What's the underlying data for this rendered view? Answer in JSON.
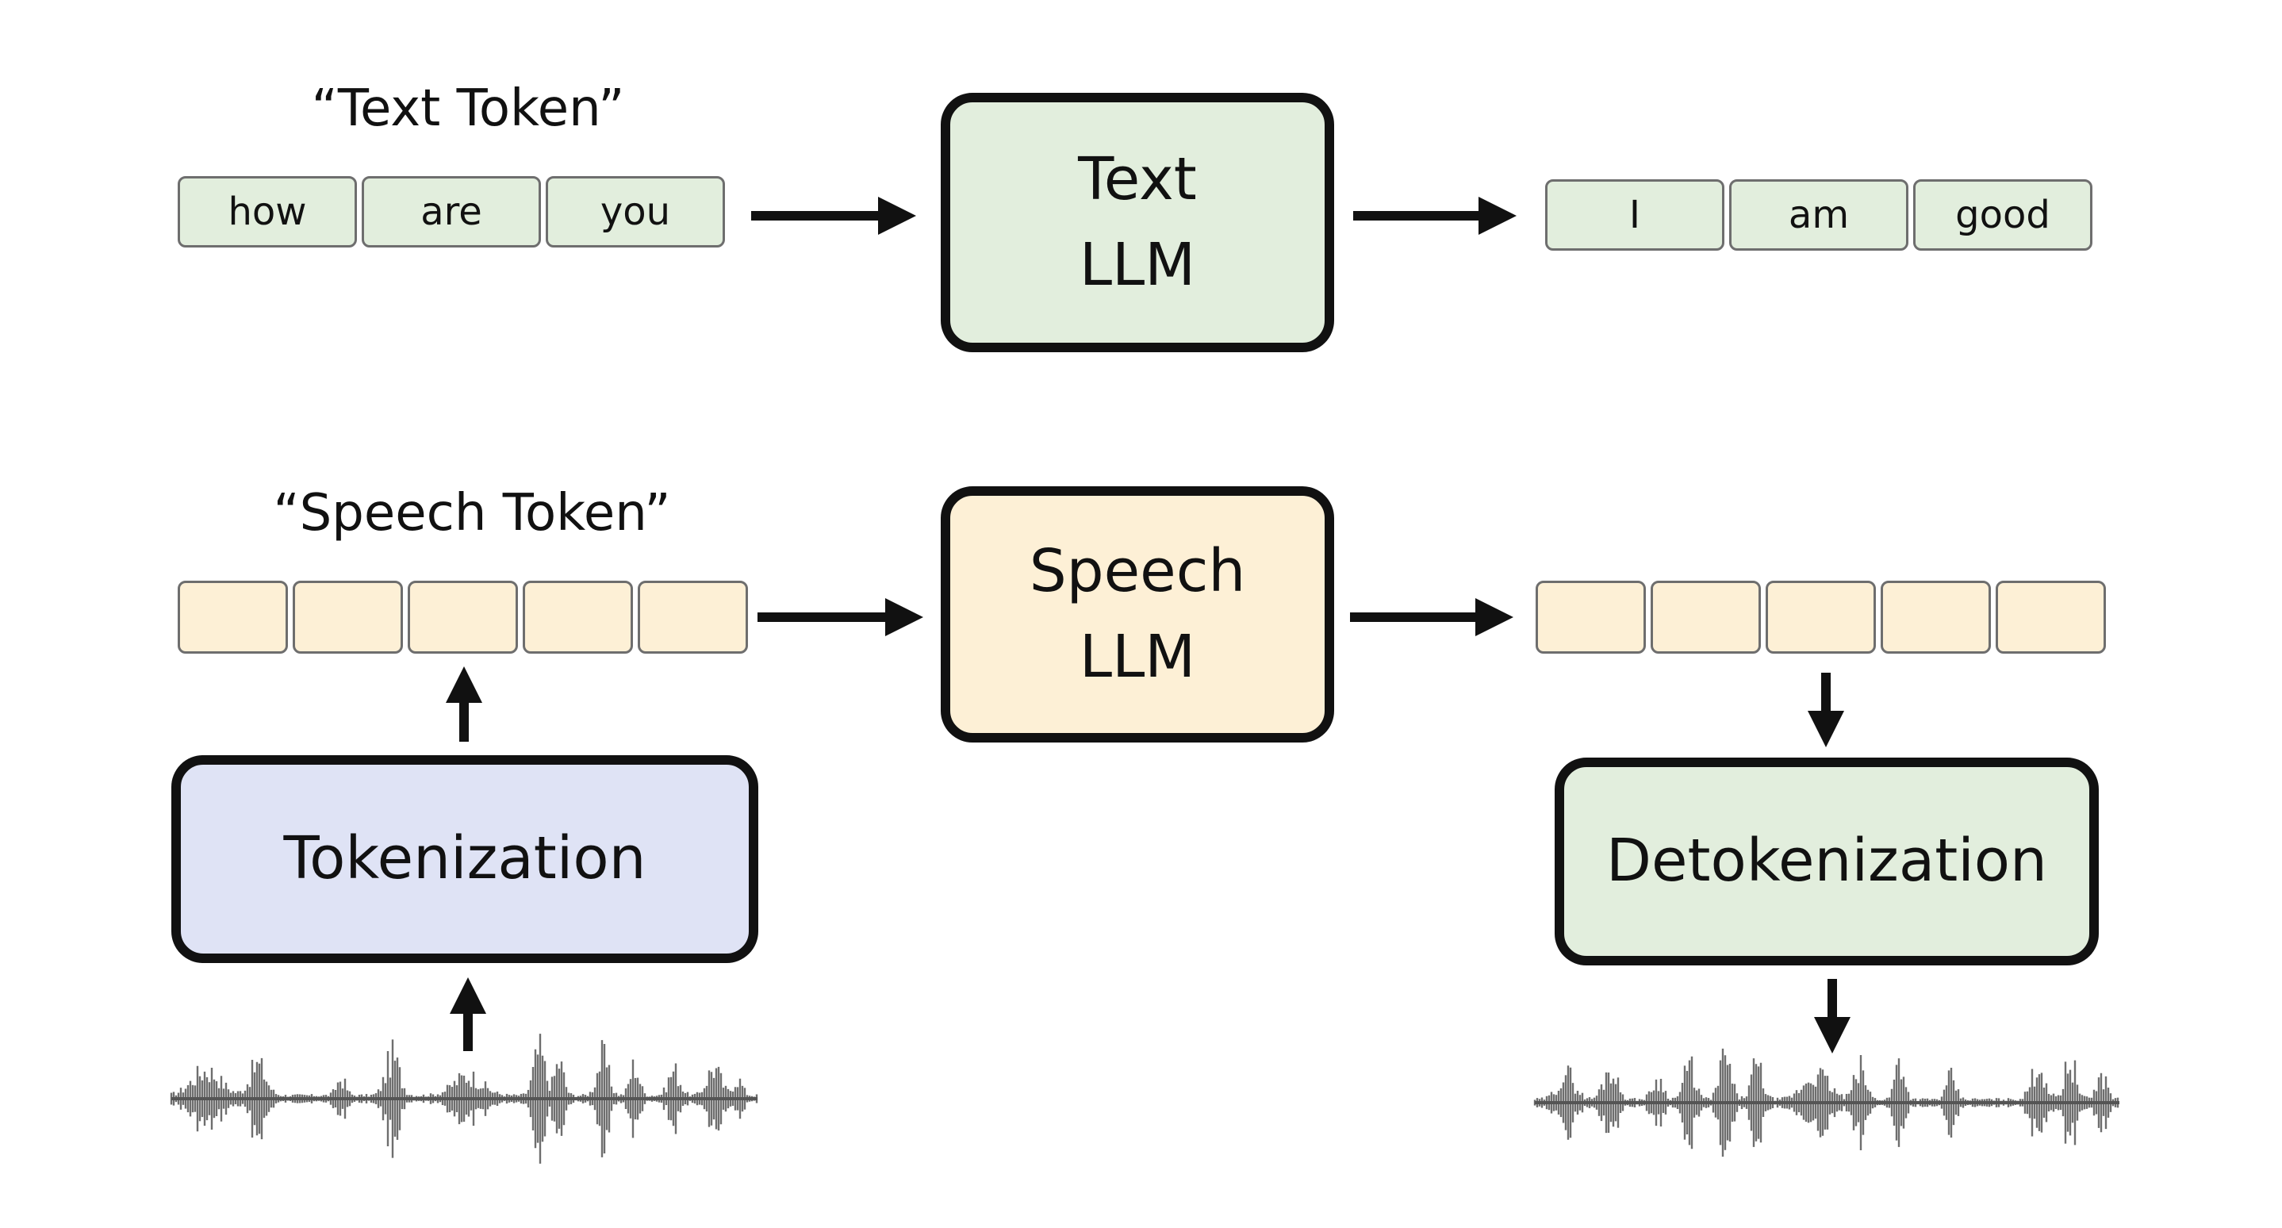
{
  "colors": {
    "text_green": "#e2eedd",
    "speech_yellow": "#fdf0d6",
    "tokenizer_blue": "#dfe3f5",
    "ink": "#111111",
    "waveform_gray": "#555555"
  },
  "text_path": {
    "caption": "“Text Token”",
    "input_tokens": [
      "how",
      "are",
      "you"
    ],
    "model_label": "Text\nLLM",
    "output_tokens": [
      "I",
      "am",
      "good"
    ]
  },
  "speech_path": {
    "caption": "“Speech Token”",
    "input_token_count": 5,
    "model_label": "Speech\nLLM",
    "output_token_count": 5,
    "tokenizer_label": "Tokenization",
    "detokenizer_label": "Detokenization"
  },
  "icons": [
    "arrow-right-icon",
    "arrow-up-icon",
    "arrow-down-icon",
    "waveform-icon"
  ]
}
